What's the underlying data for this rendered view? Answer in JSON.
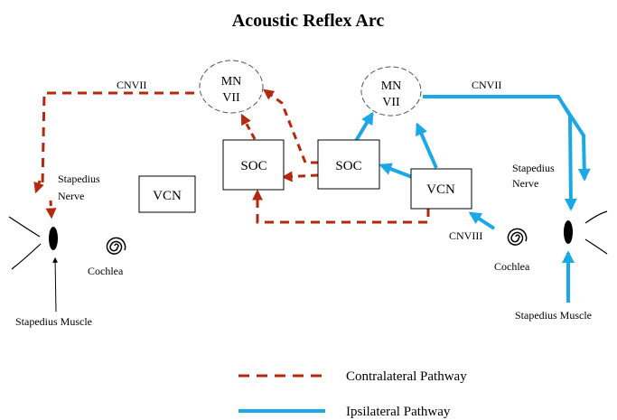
{
  "title": "Acoustic Reflex Arc",
  "nodes": {
    "mn_vii_left": {
      "line1": "MN",
      "line2": "VII"
    },
    "mn_vii_right": {
      "line1": "MN",
      "line2": "VII"
    },
    "soc_left": "SOC",
    "soc_right": "SOC",
    "vcn_left": "VCN",
    "vcn_right": "VCN"
  },
  "labels": {
    "cnvii_left": "CNVII",
    "cnvii_right": "CNVII",
    "cnviii": "CNVIII",
    "stapedius_nerve_left": [
      "Stapedius",
      "Nerve"
    ],
    "stapedius_nerve_right": [
      "Stapedius",
      "Nerve"
    ],
    "cochlea_left": "Cochlea",
    "cochlea_right": "Cochlea",
    "stapedius_muscle_left": "Stapedius Muscle",
    "stapedius_muscle_right": "Stapedius Muscle"
  },
  "legend": {
    "contralateral": "Contralateral Pathway",
    "ipsilateral": "Ipsilateral Pathway"
  },
  "colors": {
    "contralateral": "#b5280e",
    "ipsilateral": "#1aa8e6"
  }
}
